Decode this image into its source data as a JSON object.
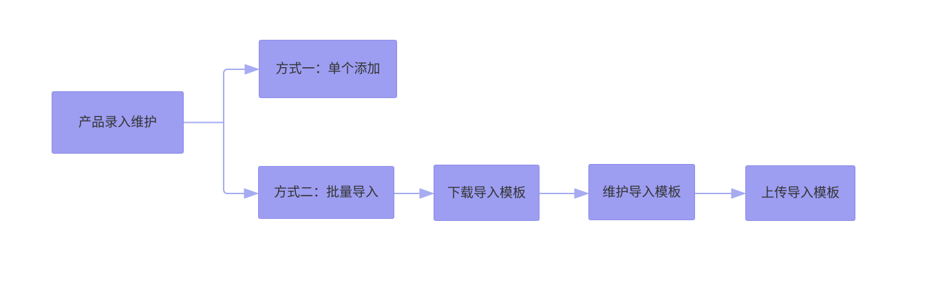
{
  "diagram": {
    "type": "flowchart",
    "nodes": [
      {
        "id": "root",
        "label": "产品录入维护"
      },
      {
        "id": "method-single",
        "label": "方式一：单个添加"
      },
      {
        "id": "method-batch",
        "label": "方式二：批量导入"
      },
      {
        "id": "download-template",
        "label": "下载导入模板"
      },
      {
        "id": "maintain-template",
        "label": "维护导入模板"
      },
      {
        "id": "upload-template",
        "label": "上传导入模板"
      }
    ],
    "edges": [
      {
        "from": "产品录入维护",
        "to": "方式一：单个添加"
      },
      {
        "from": "产品录入维护",
        "to": "方式二：批量导入"
      },
      {
        "from": "方式二：批量导入",
        "to": "下载导入模板"
      },
      {
        "from": "下载导入模板",
        "to": "维护导入模板"
      },
      {
        "from": "维护导入模板",
        "to": "上传导入模板"
      }
    ]
  },
  "colors": {
    "canvas_bg": "#ffffff",
    "node_fill": "#9d9df1",
    "node_border": "#8d8dec",
    "line_color": "#a6abf2",
    "text_color": "#333333"
  }
}
